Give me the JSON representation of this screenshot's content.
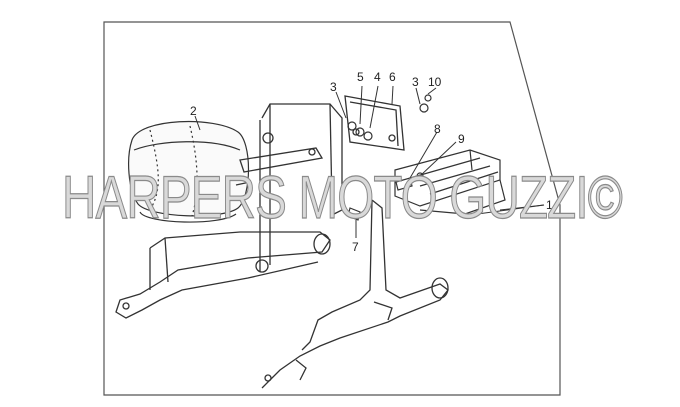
{
  "diagram": {
    "callouts": [
      {
        "id": "c1",
        "text": "1"
      },
      {
        "id": "c2",
        "text": "2"
      },
      {
        "id": "c3a",
        "text": "3"
      },
      {
        "id": "c3b",
        "text": "3"
      },
      {
        "id": "c4",
        "text": "4"
      },
      {
        "id": "c5",
        "text": "5"
      },
      {
        "id": "c6",
        "text": "6"
      },
      {
        "id": "c7",
        "text": "7"
      },
      {
        "id": "c8",
        "text": "8"
      },
      {
        "id": "c9",
        "text": "9"
      },
      {
        "id": "c10",
        "text": "10"
      }
    ],
    "watermark": "HARPERS MOTO GUZZI©"
  },
  "colors": {
    "line": "#333333",
    "frame": "#555555",
    "watermark_fill": "#d9d9d9",
    "watermark_stroke": "#8a8a8a"
  }
}
